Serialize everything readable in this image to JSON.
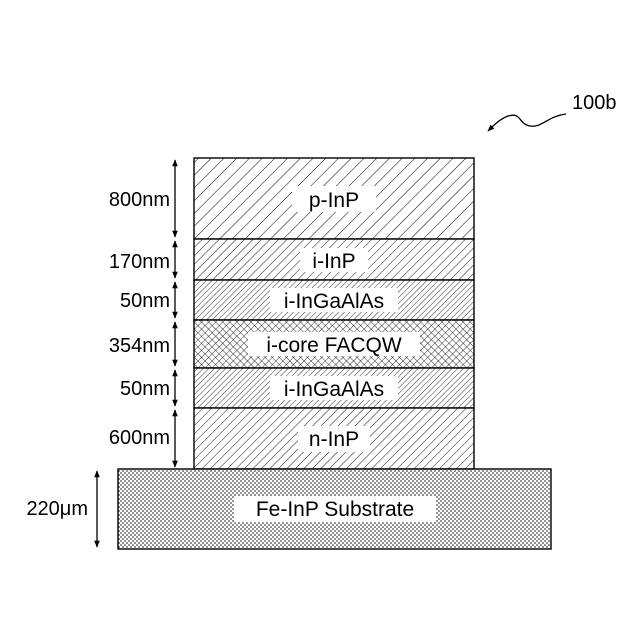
{
  "figure": {
    "reference_label": "100b"
  },
  "layers": {
    "p_inp": {
      "label": "p-InP",
      "thickness": "800nm"
    },
    "i_inp": {
      "label": "i-InP",
      "thickness": "170nm"
    },
    "i_ingaalas_top": {
      "label": "i-InGaAlAs",
      "thickness": "50nm"
    },
    "core": {
      "label": "i-core FACQW",
      "thickness": "354nm"
    },
    "i_ingaalas_bottom": {
      "label": "i-InGaAlAs",
      "thickness": "50nm"
    },
    "n_inp": {
      "label": "n-InP",
      "thickness": "600nm"
    },
    "substrate": {
      "label": "Fe-InP Substrate",
      "thickness": "220μm"
    }
  }
}
